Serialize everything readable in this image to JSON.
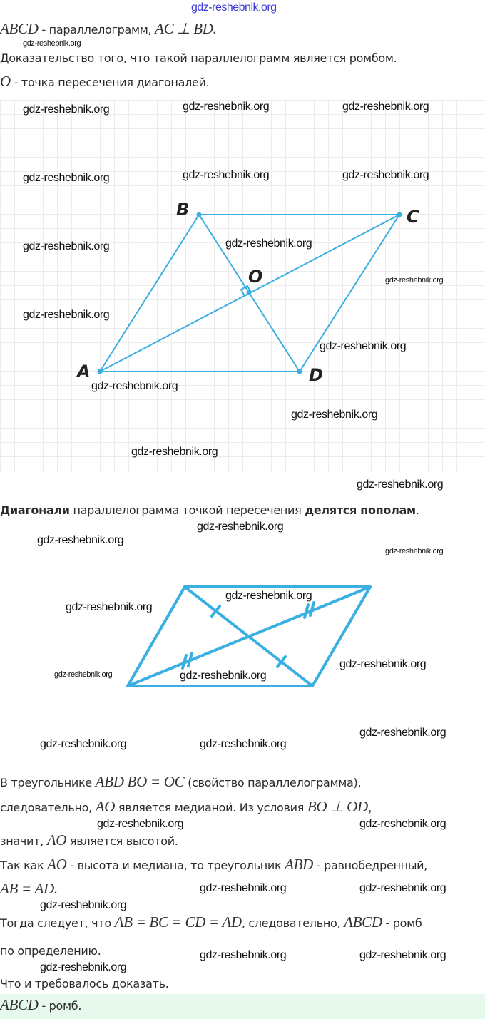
{
  "header_watermark": "gdz-reshebnik.org",
  "watermark": "gdz-reshebnik.org",
  "line1": {
    "m1": "ABCD",
    "t1": " - параллелограмм, ",
    "m2": "AC ⊥ BD."
  },
  "line2": "Доказательство того, что такой параллелограмм является ромбом.",
  "line3": {
    "m1": "O",
    "t1": " - точка пересечения диагоналей."
  },
  "figure1": {
    "labels": {
      "A": "A",
      "B": "B",
      "C": "C",
      "D": "D",
      "O": "O"
    },
    "line_color": "#3aaee0"
  },
  "line4": {
    "b1": "Диагонали",
    "t1": " параллелограмма точкой пересечения ",
    "b2": "делятся пополам",
    "t2": "."
  },
  "line5": {
    "t1": "В треугольнике ",
    "m1": "ABD BO = OC",
    "t2": " (свойство параллелограмма),"
  },
  "line6": {
    "t1": "следовательно, ",
    "m1": "AO",
    "t2": " является медианой. Из условия ",
    "m2": "BO ⊥ OD,"
  },
  "line7": {
    "t1": "значит, ",
    "m1": "AO",
    "t2": " является высотой."
  },
  "line8": {
    "t1": "Так как ",
    "m1": "AO",
    "t2": " - высота и медиана, то треугольник ",
    "m2": "ABD",
    "t3": " - равнобедренный,"
  },
  "line9": {
    "m1": "AB = AD."
  },
  "line10": {
    "t1": "Тогда следует, что ",
    "m1": "AB = BC = CD = AD",
    "t2": ", следовательно, ",
    "m2": "ABCD",
    "t3": " - ромб"
  },
  "line11": "по определению.",
  "line12": "Что и требовалось доказать.",
  "answer": {
    "m1": "ABCD",
    "t1": " - ромб."
  },
  "colors": {
    "accent": "#3aaee0",
    "answer_bg": "#e6f9ec",
    "watermark_top": "#3a3ad8"
  }
}
